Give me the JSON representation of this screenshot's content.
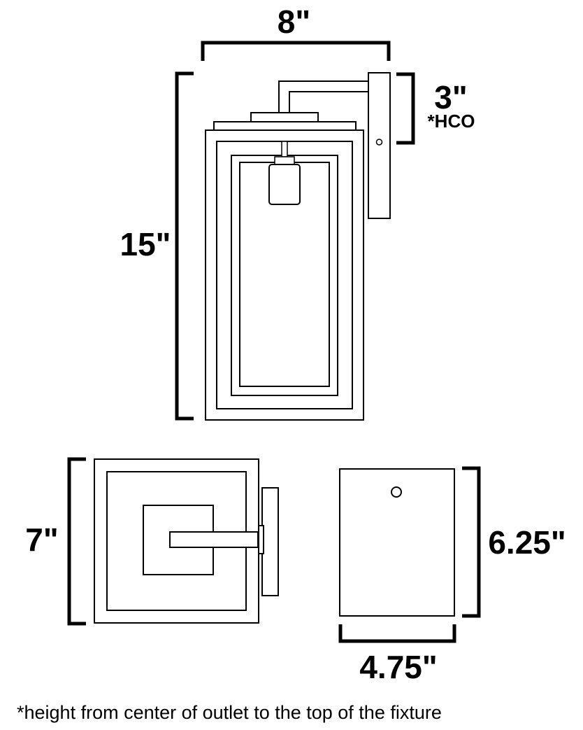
{
  "front_view": {
    "width_dim": "8\"",
    "height_dim": "15\"",
    "hco_dim": "3\"",
    "hco_note": "*HCO"
  },
  "top_view": {
    "depth_dim": "7\""
  },
  "backplate_view": {
    "height_dim": "6.25\"",
    "width_dim": "4.75\""
  },
  "footnote": "*height from center of outlet to the top of the fixture",
  "colors": {
    "line": "#000000",
    "background": "#ffffff"
  }
}
